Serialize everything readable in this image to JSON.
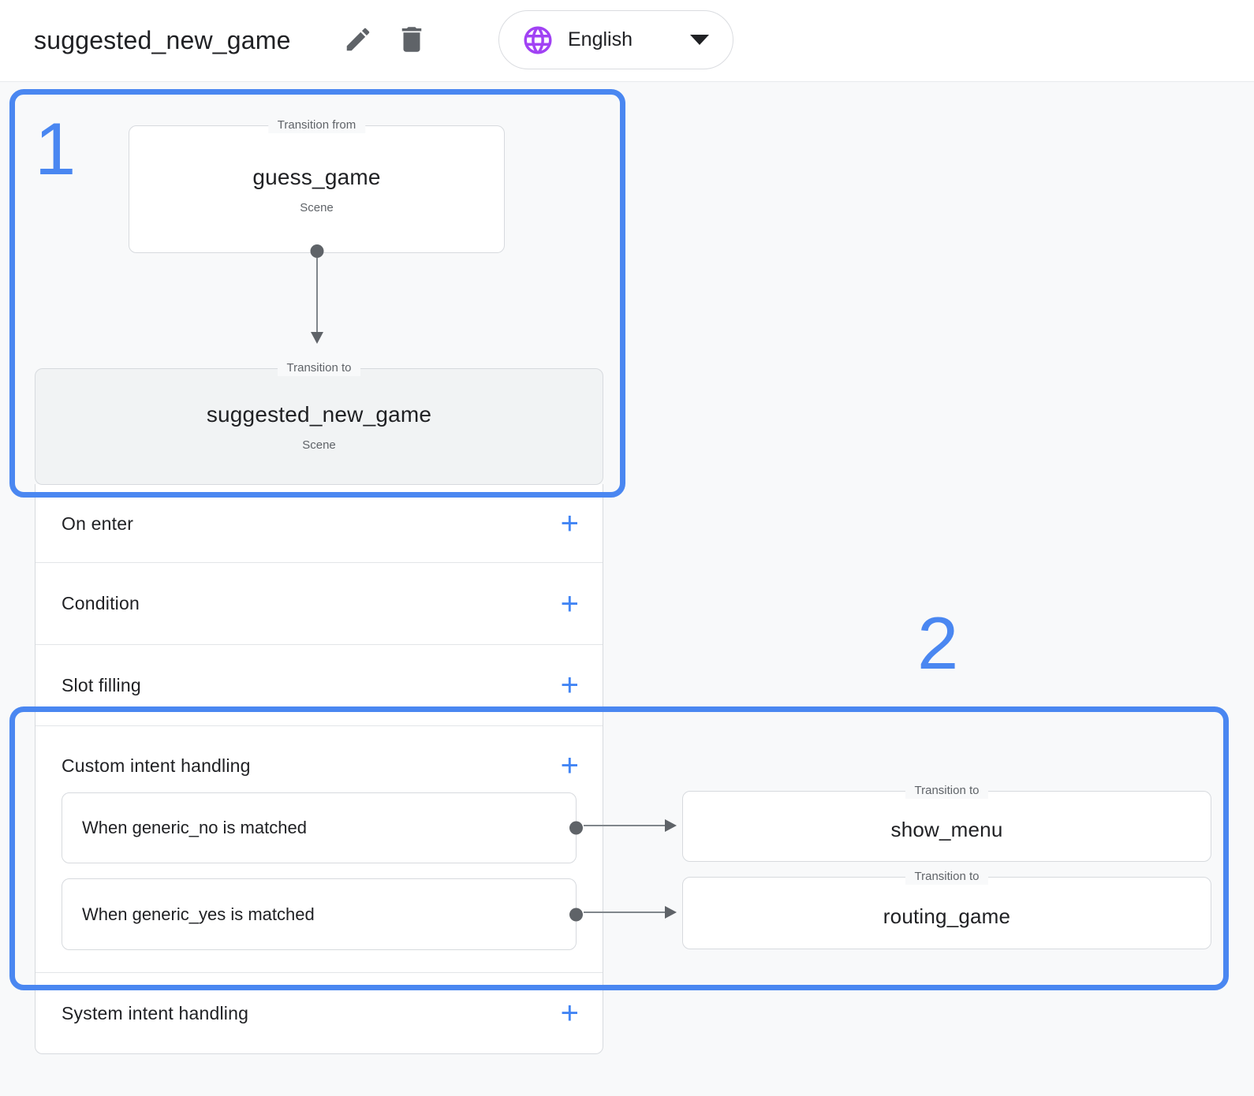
{
  "header": {
    "title": "suggested_new_game",
    "language": "English"
  },
  "annotations": {
    "marker1": "1",
    "marker2": "2"
  },
  "flow": {
    "transition_from": {
      "legend": "Transition from",
      "name": "guess_game",
      "type": "Scene"
    },
    "transition_to": {
      "legend": "Transition to",
      "name": "suggested_new_game",
      "type": "Scene"
    }
  },
  "sections": [
    {
      "label": "On enter"
    },
    {
      "label": "Condition"
    },
    {
      "label": "Slot filling"
    },
    {
      "label": "Custom intent handling"
    },
    {
      "label": "System intent handling"
    }
  ],
  "custom_intents": [
    {
      "text": "When generic_no is matched",
      "target": {
        "legend": "Transition to",
        "name": "show_menu"
      }
    },
    {
      "text": "When generic_yes is matched",
      "target": {
        "legend": "Transition to",
        "name": "routing_game"
      }
    }
  ],
  "ui": {
    "add": "+"
  },
  "icons": {
    "edit": "pencil-icon",
    "delete": "trash-icon",
    "language": "globe-icon",
    "expand": "chevron-down-icon",
    "connector": "dot-connector",
    "arrow": "flow-arrow"
  },
  "colors": {
    "annotation_blue": "#4a87f1",
    "plus_blue": "#4285f4",
    "globe_purple": "#a142f4",
    "text_primary": "#202124",
    "text_secondary": "#5f6368",
    "card_border": "#dadce0",
    "gray_card_bg": "#f1f3f4",
    "page_bg": "#f8f9fa",
    "connector_gray": "#5f6368"
  }
}
